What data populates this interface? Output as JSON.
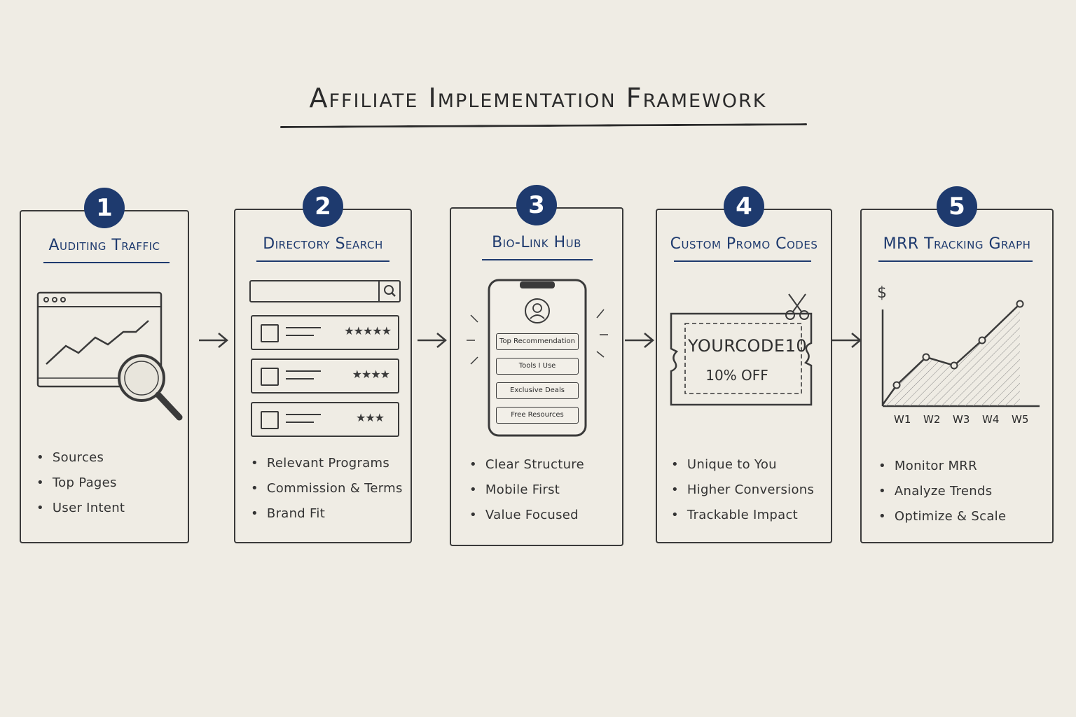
{
  "title": "Affiliate Implementation Framework",
  "steps": [
    {
      "number": "1",
      "title": "Auditing Traffic",
      "bullets": [
        "Sources",
        "Top Pages",
        "User Intent"
      ]
    },
    {
      "number": "2",
      "title": "Directory Search",
      "bullets": [
        "Relevant Programs",
        "Commission & Terms",
        "Brand Fit"
      ],
      "ratings": [
        "★★★★★",
        "★★★★",
        "★★★"
      ]
    },
    {
      "number": "3",
      "title": "Bio-Link Hub",
      "bullets": [
        "Clear Structure",
        "Mobile First",
        "Value Focused"
      ],
      "links": [
        "Top Recommendation",
        "Tools I Use",
        "Exclusive Deals",
        "Free Resources"
      ]
    },
    {
      "number": "4",
      "title": "Custom Promo Codes",
      "bullets": [
        "Unique to You",
        "Higher Conversions",
        "Trackable Impact"
      ],
      "code": "YOURCODE10",
      "discount": "10% OFF"
    },
    {
      "number": "5",
      "title": "MRR Tracking Graph",
      "bullets": [
        "Monitor MRR",
        "Analyze Trends",
        "Optimize & Scale"
      ],
      "y_label": "$",
      "x_labels": [
        "W1",
        "W2",
        "W3",
        "W4",
        "W5"
      ]
    }
  ],
  "colors": {
    "accent": "#1e3a6e",
    "ink": "#3a3a3a",
    "paper": "#efece4"
  },
  "icons": [
    "browser-window-icon",
    "trend-line-icon",
    "magnifier-icon",
    "search-icon",
    "phone-icon",
    "avatar-icon",
    "scissors-icon",
    "coupon-icon",
    "arrow-right-icon"
  ]
}
